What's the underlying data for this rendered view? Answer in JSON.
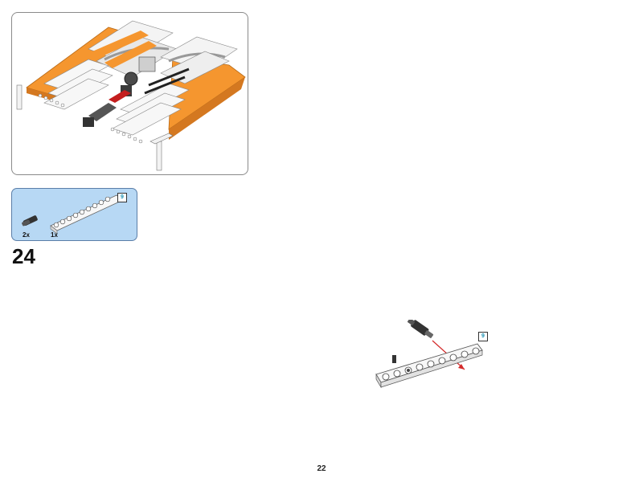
{
  "step": {
    "number": "24"
  },
  "parts_list": {
    "items": [
      {
        "name": "axle-pin-connector",
        "quantity": "2x",
        "color": "#2b2b2b"
      },
      {
        "name": "technic-beam-9",
        "quantity": "1x",
        "color": "#f2f2f2",
        "length": "9"
      }
    ]
  },
  "build_illustration": {
    "beam_length_label": "9",
    "arrow_color": "#d42a2a"
  },
  "colors": {
    "parts_panel_bg": "#b7d8f4",
    "accent_orange": "#f5962f"
  },
  "page": {
    "number": "22"
  }
}
